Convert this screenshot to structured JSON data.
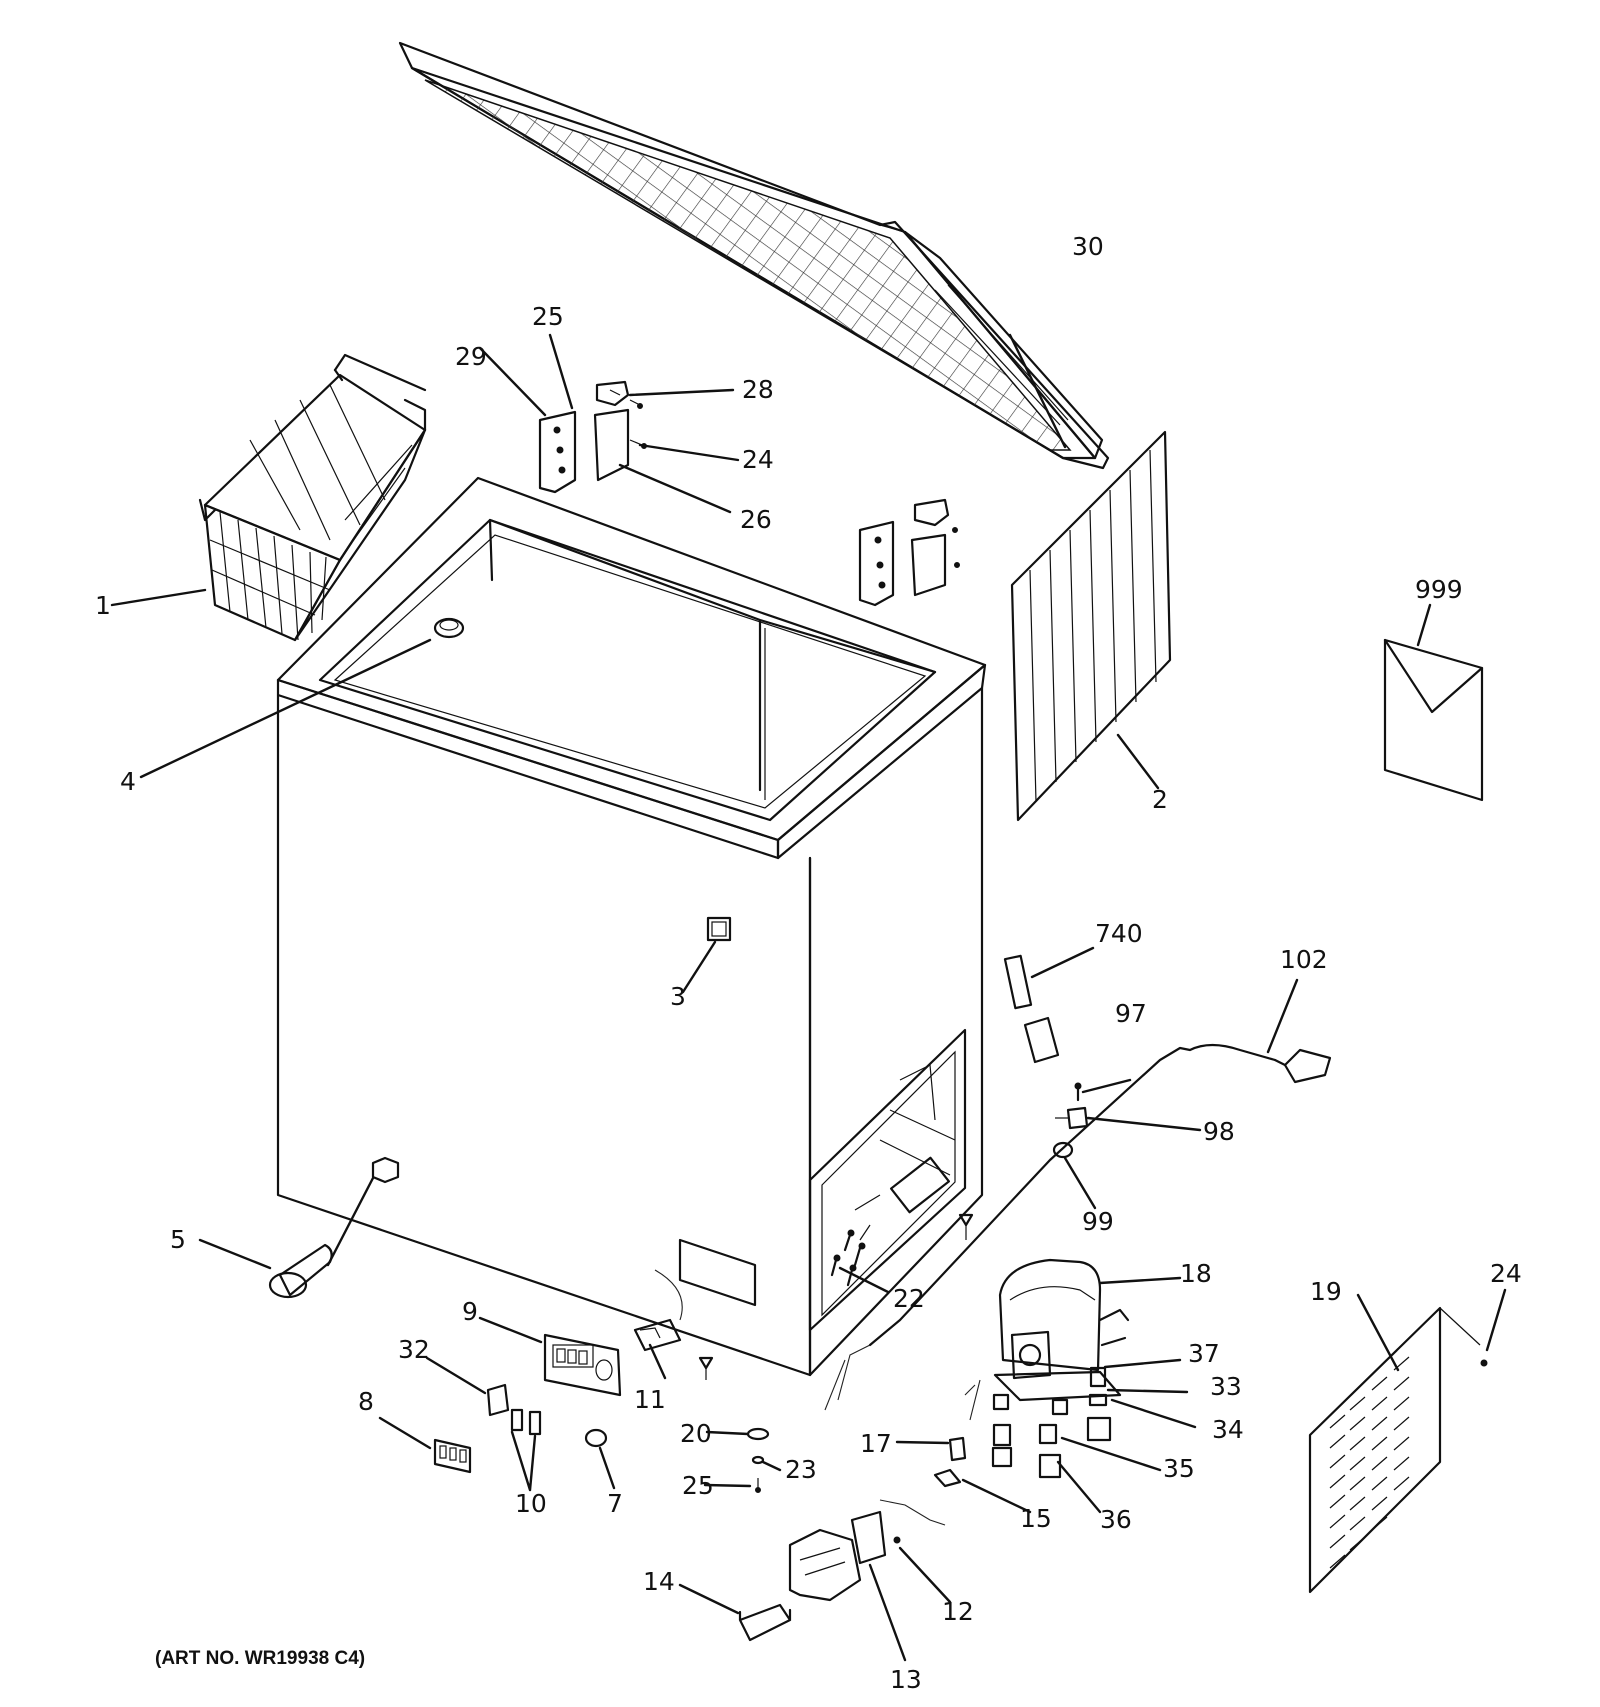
{
  "diagram": {
    "art_number": "(ART NO. WR19938 C4)",
    "callouts": {
      "c1": "1",
      "c2": "2",
      "c3": "3",
      "c4": "4",
      "c5": "5",
      "c7": "7",
      "c8": "8",
      "c9": "9",
      "c10": "10",
      "c11": "11",
      "c12": "12",
      "c13": "13",
      "c14": "14",
      "c15": "15",
      "c17": "17",
      "c18": "18",
      "c19": "19",
      "c20": "20",
      "c22": "22",
      "c23": "23",
      "c24a": "24",
      "c24b": "24",
      "c25a": "25",
      "c25b": "25",
      "c26": "26",
      "c28": "28",
      "c29": "29",
      "c30": "30",
      "c32": "32",
      "c33": "33",
      "c34": "34",
      "c35": "35",
      "c36": "36",
      "c37": "37",
      "c97": "97",
      "c98": "98",
      "c99": "99",
      "c102": "102",
      "c740": "740",
      "c999": "999"
    }
  }
}
